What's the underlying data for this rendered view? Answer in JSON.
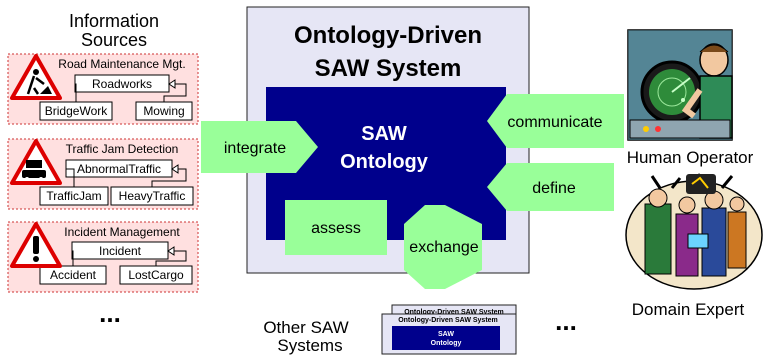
{
  "sources": {
    "heading_line1": "Information",
    "heading_line2": "Sources",
    "groups": [
      {
        "title": "Road Maintenance Mgt.",
        "parent": "Roadworks",
        "child_left": "BridgeWork",
        "child_right": "Mowing",
        "icon": "roadworks-warning-sign-icon"
      },
      {
        "title": "Traffic Jam Detection",
        "parent": "AbnormalTraffic",
        "child_left": "TrafficJam",
        "child_right": "HeavyTraffic",
        "icon": "traffic-jam-warning-sign-icon"
      },
      {
        "title": "Incident Management",
        "parent": "Incident",
        "child_left": "Accident",
        "child_right": "LostCargo",
        "icon": "exclamation-warning-sign-icon"
      }
    ],
    "ellipsis": "..."
  },
  "system": {
    "title_line1": "Ontology-Driven",
    "title_line2": "SAW System",
    "ontology_line1": "SAW",
    "ontology_line2": "Ontology"
  },
  "arrows": {
    "integrate": "integrate",
    "communicate": "communicate",
    "define": "define",
    "assess": "assess",
    "exchange": "exchange"
  },
  "other_systems": {
    "label_line1": "Other SAW",
    "label_line2": "Systems",
    "card_title": "Ontology-Driven SAW System",
    "card_inner_line1": "SAW",
    "card_inner_line2": "Ontology",
    "ellipsis": "..."
  },
  "actors": {
    "operator": "Human Operator",
    "expert": "Domain Expert"
  },
  "colors": {
    "system_bg": "#e6e6f5",
    "ontology_blue": "#00008c",
    "arrow_green": "#99ff99",
    "source_bg": "#ffe0e0",
    "source_border": "#cc3333",
    "warning_red": "#dd0000"
  }
}
